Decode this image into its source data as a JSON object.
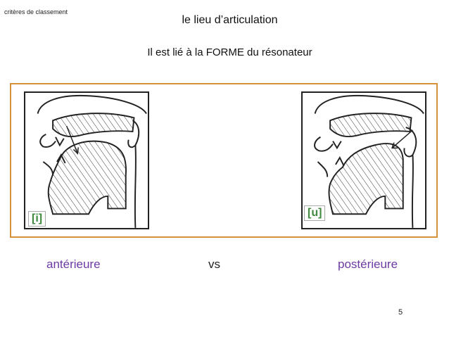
{
  "slide": {
    "section_tag": "critères de classement",
    "title": "le lieu d’articulation",
    "subtitle": "Il est lié à la FORME du résonateur",
    "page_number": "5"
  },
  "figures": {
    "left_label": "[i]",
    "right_label": "[u]"
  },
  "comparison": {
    "left": "antérieure",
    "middle": "vs",
    "right": "postérieure"
  },
  "colors": {
    "frame": "#d4913a",
    "phonetic_label": "#3f8a3f",
    "term": "#6c3aa2"
  }
}
